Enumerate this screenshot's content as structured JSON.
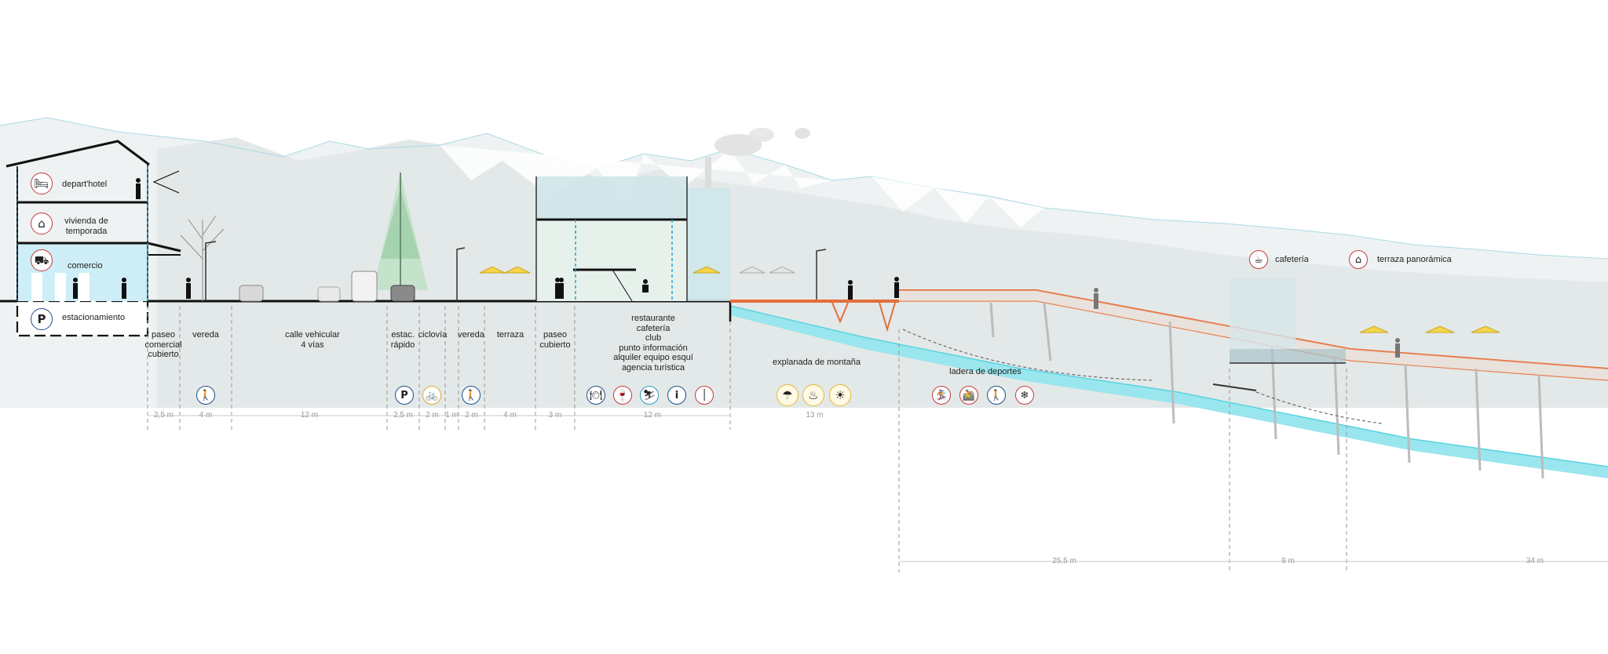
{
  "colors": {
    "mountain_fill": "#e8eded",
    "mountain_line": "#9bd6df",
    "ground": "#111111",
    "slope_water": "#9ae6ee",
    "deck_orange": "#e56e3a",
    "interior_blue": "#cdeef6",
    "umbrella_yellow": "#f5d54a"
  },
  "building": {
    "floors": [
      {
        "label": "depart'hotel",
        "icon": "bed-icon"
      },
      {
        "label": "vivienda de\ntemporada",
        "icon": "house-icon"
      },
      {
        "label": "comercio",
        "icon": "cart-icon"
      },
      {
        "label": "estacionamiento",
        "icon": "parking-icon"
      }
    ]
  },
  "zones": [
    {
      "label": "paseo\ncomercial\ncubierto",
      "dimension": "2,5 m"
    },
    {
      "label": "vereda",
      "dimension": "4 m"
    },
    {
      "label": "calle vehicular\n4 vías",
      "dimension": "12 m"
    },
    {
      "label": "estac.\nrápido",
      "dimension": "2,5 m"
    },
    {
      "label": "ciclovía",
      "dimension": "2 m"
    },
    {
      "label": "",
      "dimension": "1 m"
    },
    {
      "label": "vereda",
      "dimension": "2 m"
    },
    {
      "label": "terraza",
      "dimension": "4 m"
    },
    {
      "label": "paseo\ncubierto",
      "dimension": "3 m"
    },
    {
      "label": "restaurante\ncafetería\nclub\npunto información\nalquiler equipo esquí\nagencia turística",
      "dimension": "12 m"
    },
    {
      "label": "explanada de montaña",
      "dimension": "13 m"
    },
    {
      "label": "ladera de deportes",
      "dimension": "25,5 m"
    },
    {
      "label": "",
      "dimension": "9 m"
    },
    {
      "label": "",
      "dimension": "34 m"
    }
  ],
  "upper_labels": {
    "cafeteria": "cafetería",
    "terraza": "terraza panorámica"
  },
  "zone_icons": {
    "vereda_1": [
      "walking-person-icon"
    ],
    "estac": [
      "parking-icon"
    ],
    "ciclovia": [
      "bicycle-icon"
    ],
    "vereda_2": [
      "walking-person-icon"
    ],
    "services": [
      "dining-icon",
      "wine-glass-icon",
      "ski-equipment-icon",
      "info-icon",
      "ski-rental-icon"
    ],
    "explanada": [
      "umbrella-icon",
      "bbq-icon",
      "sunbathing-icon"
    ],
    "ladera": [
      "snowboard-icon",
      "mountain-bike-icon",
      "hiking-icon",
      "snowflake-icon"
    ],
    "cafeteria": [
      "coffee-cup-icon"
    ],
    "terraza": [
      "panoramic-terrace-icon"
    ]
  }
}
